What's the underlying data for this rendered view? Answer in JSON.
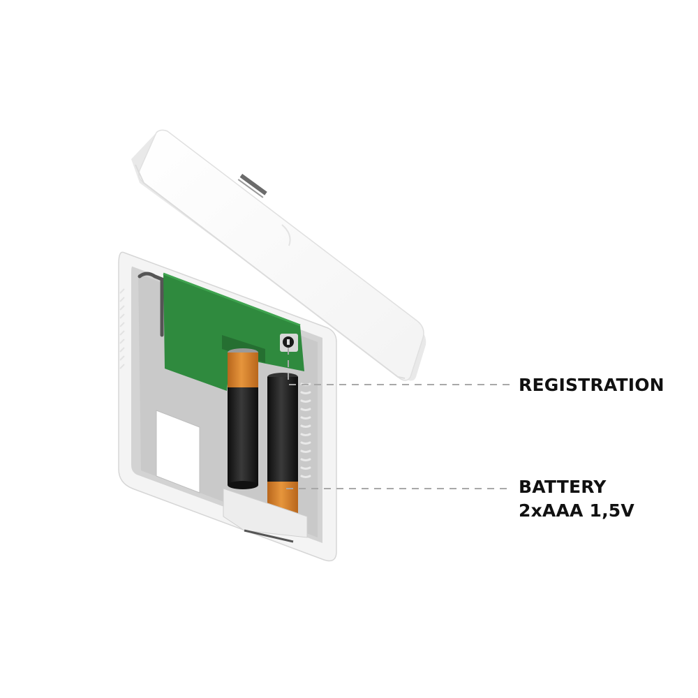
{
  "figure": {
    "subject": "Wireless room sensor with lid opened, showing PCB and battery compartment",
    "colors": {
      "background": "#ffffff",
      "housing": "#f2f2f2",
      "housing_inner": "#cfcfcf",
      "pcb": "#2f8a3e",
      "battery_body": "#1a1a1a",
      "battery_cap": "#d47f2a",
      "leader_line": "#aaaaaa",
      "label_text": "#111111"
    }
  },
  "callouts": [
    {
      "id": "registration",
      "lines": [
        "REGISTRATION"
      ],
      "target": "registration-button"
    },
    {
      "id": "battery",
      "lines": [
        "BATTERY",
        "2xAAA 1,5V"
      ],
      "target": "battery-compartment"
    }
  ]
}
